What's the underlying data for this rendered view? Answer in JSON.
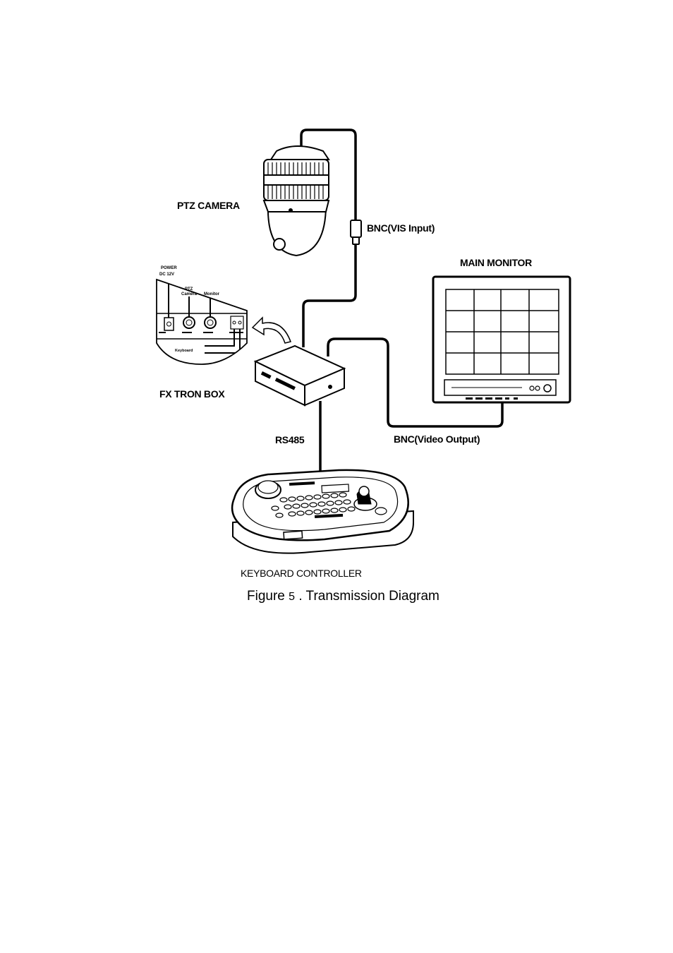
{
  "labels": {
    "ptz_camera": "PTZ CAMERA",
    "bnc_vis_input": "BNC(VIS Input)",
    "main_monitor": "MAIN MONITOR",
    "fx_tron_box": "FX TRON BOX",
    "rs485": "RS485",
    "bnc_video_output": "BNC(Video Output)",
    "keyboard_controller": "KEYBOARD CONTROLLER"
  },
  "inset": {
    "power": "POWER",
    "power_spec": "DC 12V",
    "ptz": "PTZ",
    "camera": "Camera",
    "monitor": "Monitor",
    "keyboard": "Keyboard"
  },
  "caption": {
    "prefix": "Figure",
    "number": "5",
    "text": ". Transmission Diagram"
  }
}
